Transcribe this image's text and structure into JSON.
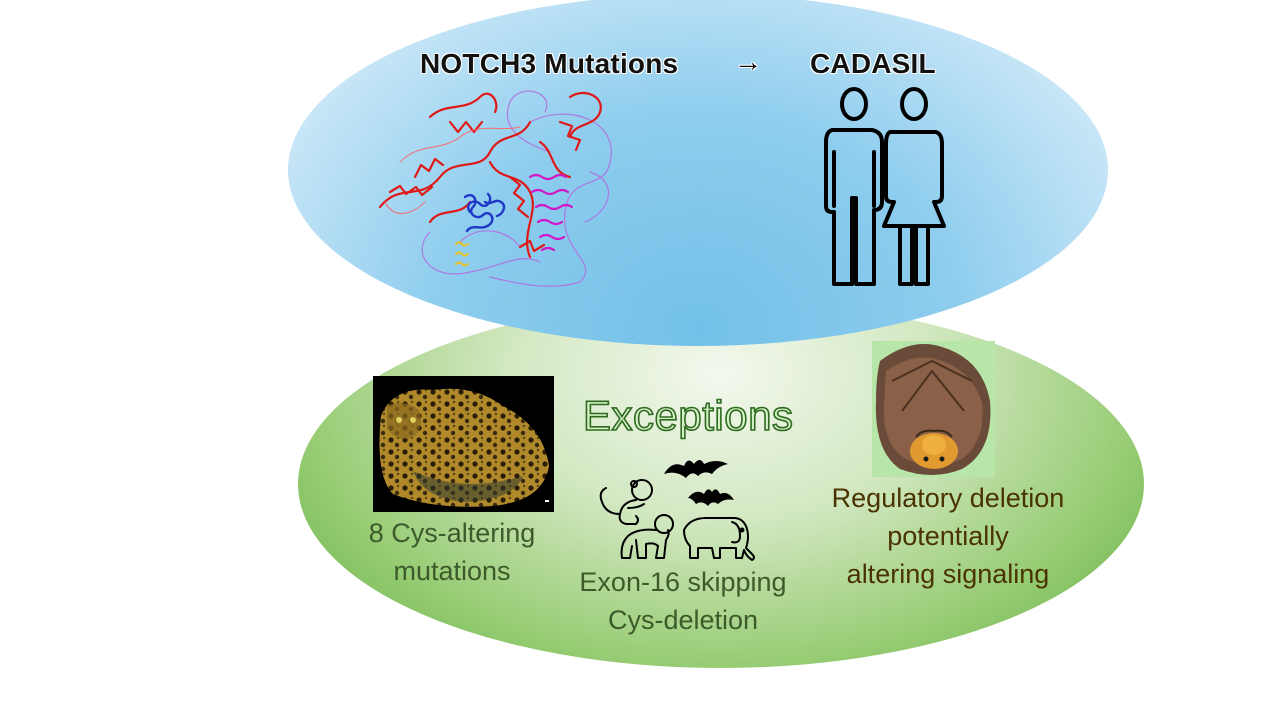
{
  "top": {
    "left_title": "NOTCH3 Mutations",
    "arrow": "→",
    "right_title": "CADASIL"
  },
  "bottom": {
    "heading": "Exceptions",
    "left_caption": [
      "8 Cys-altering",
      "mutations"
    ],
    "center_caption": [
      "Exon-16 skipping",
      "Cys-deletion"
    ],
    "right_caption": [
      "Regulatory deletion",
      "potentially",
      "altering signaling"
    ]
  },
  "colors": {
    "blue_ellipse": "#8ecdee",
    "green_ellipse": "#97cc74",
    "protein_red": "#e01818",
    "protein_blue": "#2038c8",
    "protein_magenta": "#d018c8",
    "protein_lavender": "#b070e0",
    "protein_yellow": "#e8c020"
  },
  "icons": [
    "protein-structure-icon",
    "couple-icon",
    "jaguar-photo",
    "animals-bats-icon",
    "bat-photo"
  ]
}
